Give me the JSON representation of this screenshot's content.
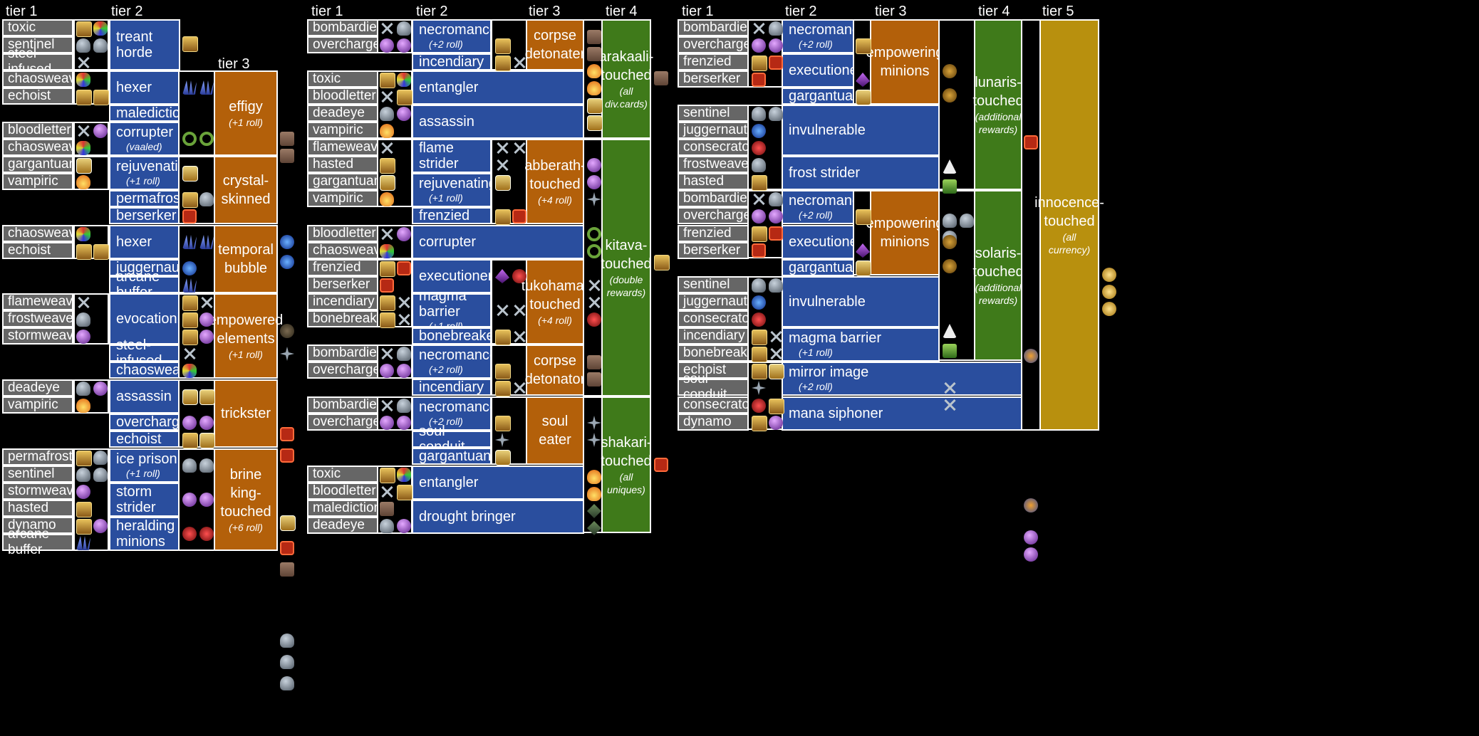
{
  "headers": {
    "a": [
      "tier 1",
      "tier 2",
      "tier 3"
    ],
    "b": [
      "tier 1",
      "tier 2",
      "tier 3",
      "tier 4"
    ],
    "c": [
      "tier 1",
      "tier 2",
      "tier 3",
      "tier 4",
      "tier 5"
    ]
  },
  "a": {
    "t1": [
      "toxic",
      "sentinel",
      "steel-infused",
      "chaosweaver",
      "echoist",
      "bloodletter",
      "chaosweaver",
      "gargantuan",
      "vampiric",
      "chaosweaver",
      "echoist",
      "flameweaver",
      "frostweaver",
      "stormweaver",
      "deadeye",
      "vampiric",
      "permafrost",
      "sentinel",
      "stormweaver",
      "hasted",
      "dynamo",
      "arcane buffer"
    ],
    "t2": [
      {
        "name": "treant horde",
        "note": ""
      },
      {
        "name": "hexer",
        "note": ""
      },
      {
        "name": "malediction",
        "note": ""
      },
      {
        "name": "corrupter",
        "note": "(vaaled)"
      },
      {
        "name": "rejuvenating",
        "note": "(+1 roll)"
      },
      {
        "name": "permafrost",
        "note": ""
      },
      {
        "name": "berserker",
        "note": ""
      },
      {
        "name": "hexer",
        "note": ""
      },
      {
        "name": "juggernaut",
        "note": ""
      },
      {
        "name": "arcane buffer",
        "note": ""
      },
      {
        "name": "evocationist",
        "note": ""
      },
      {
        "name": "steel-infused",
        "note": ""
      },
      {
        "name": "chaosweaver",
        "note": ""
      },
      {
        "name": "assassin",
        "note": ""
      },
      {
        "name": "overcharged",
        "note": ""
      },
      {
        "name": "echoist",
        "note": ""
      },
      {
        "name": "ice prison",
        "note": "(+1 roll)"
      },
      {
        "name": "storm strider",
        "note": ""
      },
      {
        "name": "heralding minions",
        "note": ""
      }
    ],
    "t3": [
      {
        "name": "effigy",
        "note": "(+1 roll)"
      },
      {
        "name": "crystal-skinned",
        "note": ""
      },
      {
        "name": "temporal bubble",
        "note": ""
      },
      {
        "name": "empowered elements",
        "note": "(+1 roll)"
      },
      {
        "name": "trickster",
        "note": ""
      },
      {
        "name": "brine king-touched",
        "note": "(+6 roll)"
      }
    ]
  },
  "b": {
    "t1": [
      "bombardier",
      "overcharged",
      "toxic",
      "bloodletter",
      "deadeye",
      "vampiric",
      "flameweaver",
      "hasted",
      "gargantuan",
      "vampiric",
      "bloodletter",
      "chaosweaver",
      "frenzied",
      "berserker",
      "incendiary",
      "bonebreaker",
      "bombardier",
      "overcharged",
      "bombardier",
      "overcharged",
      "toxic",
      "bloodletter",
      "malediction",
      "deadeye"
    ],
    "t2": [
      {
        "name": "necromancer",
        "note": "(+2 roll)"
      },
      {
        "name": "incendiary",
        "note": ""
      },
      {
        "name": "entangler",
        "note": ""
      },
      {
        "name": "assassin",
        "note": ""
      },
      {
        "name": "flame strider",
        "note": ""
      },
      {
        "name": "rejuvenating",
        "note": "(+1 roll)"
      },
      {
        "name": "frenzied",
        "note": ""
      },
      {
        "name": "corrupter",
        "note": ""
      },
      {
        "name": "executioner",
        "note": ""
      },
      {
        "name": "magma barrier",
        "note": "(+1 roll)"
      },
      {
        "name": "bonebreaker",
        "note": ""
      },
      {
        "name": "necromancer",
        "note": "(+2 roll)"
      },
      {
        "name": "incendiary",
        "note": ""
      },
      {
        "name": "necromancer",
        "note": "(+2 roll)"
      },
      {
        "name": "soul conduit",
        "note": ""
      },
      {
        "name": "gargantuan",
        "note": ""
      },
      {
        "name": "entangler",
        "note": ""
      },
      {
        "name": "drought bringer",
        "note": ""
      }
    ],
    "t3": [
      {
        "name": "corpse detonater",
        "note": ""
      },
      {
        "name": "abberath-touched",
        "note": "(+4 roll)"
      },
      {
        "name": "tukohama-touched",
        "note": "(+4 roll)"
      },
      {
        "name": "corpse detonator",
        "note": ""
      },
      {
        "name": "soul eater",
        "note": ""
      }
    ],
    "t4": [
      {
        "name": "arakaali-touched",
        "note": "(all div.cards)"
      },
      {
        "name": "kitava-touched",
        "note": "(double rewards)"
      },
      {
        "name": "shakari-touched",
        "note": "(all uniques)"
      }
    ]
  },
  "c": {
    "t1": [
      "bombardier",
      "overcharged",
      "frenzied",
      "berserker",
      "sentinel",
      "juggernaut",
      "consecrator",
      "frostweaver",
      "hasted",
      "bombardier",
      "overcharged",
      "frenzied",
      "berserker",
      "sentinel",
      "juggernaut",
      "consecrator",
      "incendiary",
      "bonebreaker",
      "echoist",
      "soul conduit",
      "consecrator",
      "dynamo"
    ],
    "t2": [
      {
        "name": "necromancer",
        "note": "(+2 roll)"
      },
      {
        "name": "executioner",
        "note": ""
      },
      {
        "name": "gargantuan",
        "note": ""
      },
      {
        "name": "invulnerable",
        "note": ""
      },
      {
        "name": "frost strider",
        "note": ""
      },
      {
        "name": "necromancer",
        "note": "(+2 roll)"
      },
      {
        "name": "executioner",
        "note": ""
      },
      {
        "name": "gargantuan",
        "note": ""
      },
      {
        "name": "invulnerable",
        "note": ""
      },
      {
        "name": "magma barrier",
        "note": "(+1 roll)"
      },
      {
        "name": "mirror image",
        "note": "(+2 roll)"
      },
      {
        "name": "mana siphoner",
        "note": ""
      }
    ],
    "t3": [
      {
        "name": "empowering minions",
        "note": ""
      },
      {
        "name": "empowering minions",
        "note": ""
      }
    ],
    "t4": [
      {
        "name": "lunaris-touched",
        "note": "(additional rewards)"
      },
      {
        "name": "solaris-touched",
        "note": "(additional rewards)"
      }
    ],
    "t5": [
      {
        "name": "innocence-touched",
        "note": "(all currency)"
      }
    ]
  },
  "colors": {
    "gray": "#666666",
    "blue": "#2a4e9e",
    "orange": "#b3600a",
    "green": "#3f7a1a",
    "gold": "#b8900e"
  }
}
